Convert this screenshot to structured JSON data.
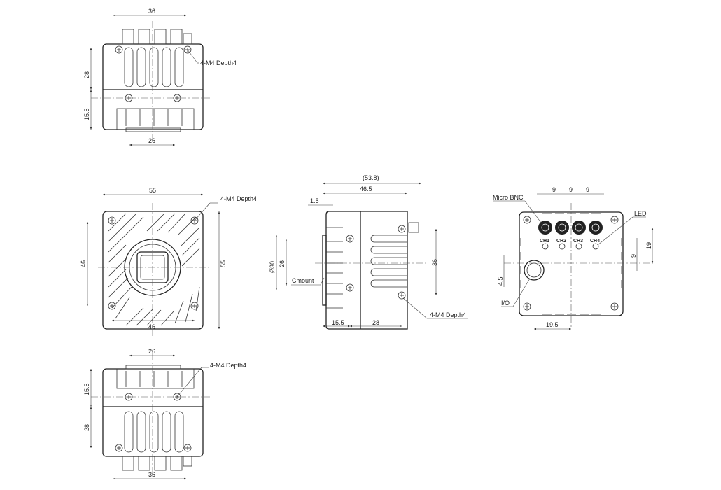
{
  "top_view": {
    "dim_width": "36",
    "dim_upper_height": "28",
    "dim_lower_height": "15.5",
    "dim_bottom": "26",
    "callout": "4-M4 Depth4"
  },
  "front_view": {
    "dim_top": "55",
    "dim_left": "46",
    "dim_right": "55",
    "dim_bottom": "46",
    "callout": "4-M4 Depth4"
  },
  "side_view": {
    "dim_overall": "(53.8)",
    "dim_body": "46.5",
    "dim_flange": "1.5",
    "dim_diameter": "Ø30",
    "dim_26": "26",
    "dim_36": "36",
    "dim_front": "15.5",
    "dim_rear": "28",
    "label_mount": "Cmount",
    "callout": "4-M4 Depth4"
  },
  "back_view": {
    "dim_pitch": [
      "9",
      "9",
      "9"
    ],
    "label_bnc": "Micro BNC",
    "label_led": "LED",
    "channels": [
      "CH1",
      "CH2",
      "CH3",
      "CH4"
    ],
    "dim_19": "19",
    "dim_9": "9",
    "dim_4_5": "4.5",
    "label_io": "I/O",
    "dim_19_5": "19.5"
  },
  "bottom_view": {
    "dim_top": "26",
    "dim_upper_height": "15.5",
    "dim_lower_height": "28",
    "dim_width": "36",
    "callout": "4-M4 Depth4"
  }
}
